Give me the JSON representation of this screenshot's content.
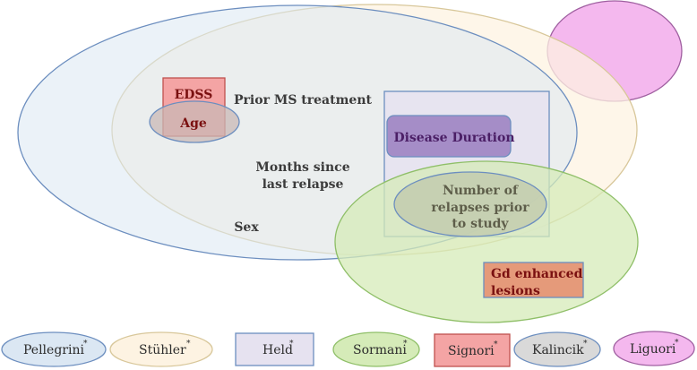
{
  "diagram": {
    "sets": {
      "pellegrini": {
        "label": "Pellegrini",
        "marker": "*",
        "fill": "#dbe7f3",
        "stroke": "#6c8ebf"
      },
      "stuhler": {
        "label": "Stühler",
        "marker": "*",
        "fill": "#fdf3e2",
        "stroke": "#d8c79a"
      },
      "held": {
        "label": "Held",
        "marker": "*",
        "fill": "#e6e2f0",
        "stroke": "#6c8ebf"
      },
      "sormani": {
        "label": "Sormani",
        "marker": "*",
        "fill": "#d5ebb8",
        "stroke": "#8fbf68"
      },
      "signori": {
        "label": "Signori",
        "marker": "*",
        "fill": "#f4a4a4",
        "stroke": "#c0504d"
      },
      "kalincik": {
        "label": "Kalincik",
        "marker": "*",
        "fill": "#d9d9d9",
        "stroke": "#6c8ebf"
      },
      "liguori": {
        "label": "Liguori",
        "marker": "*",
        "fill": "#f4b8ee",
        "stroke": "#9f5fa0"
      }
    },
    "variables": {
      "edss": "EDSS",
      "age": "Age",
      "prior_ms_treatment": "Prior MS treatment",
      "disease_duration": "Disease Duration",
      "months_since_relapse_1": "Months since",
      "months_since_relapse_2": "last relapse",
      "sex": "Sex",
      "relapses_1": "Number of",
      "relapses_2": "relapses prior",
      "relapses_3": "to study",
      "gd_1": "Gd enhanced",
      "gd_2": "lesions"
    }
  }
}
